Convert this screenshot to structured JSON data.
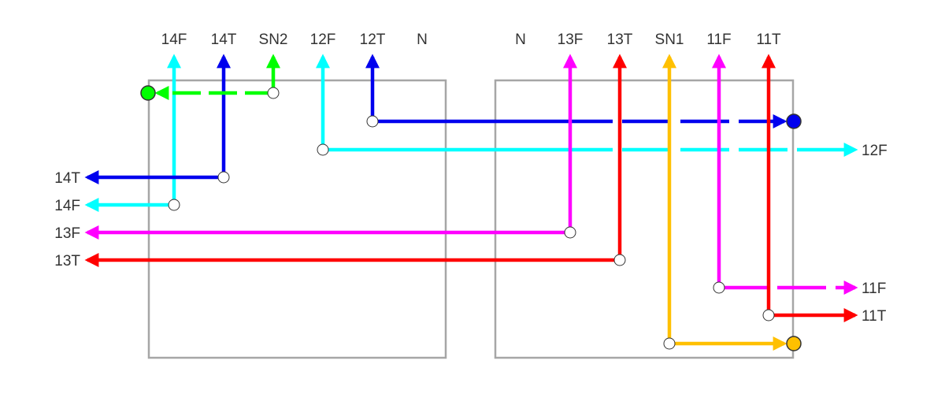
{
  "colors": {
    "cyan": "#00ffff",
    "blue": "#0000ee",
    "green": "#00ff00",
    "magenta": "#ff00ff",
    "red": "#ff0000",
    "orange": "#ffc000",
    "box": "#a6a6a6"
  },
  "top_labels": [
    "14F",
    "14T",
    "SN2",
    "12F",
    "12T",
    "N",
    "N",
    "13F",
    "13T",
    "SN1",
    "11F",
    "11T"
  ],
  "left_labels": [
    "14T",
    "14F",
    "13F",
    "13T"
  ],
  "right_labels": [
    "12F",
    "11F",
    "11T"
  ]
}
